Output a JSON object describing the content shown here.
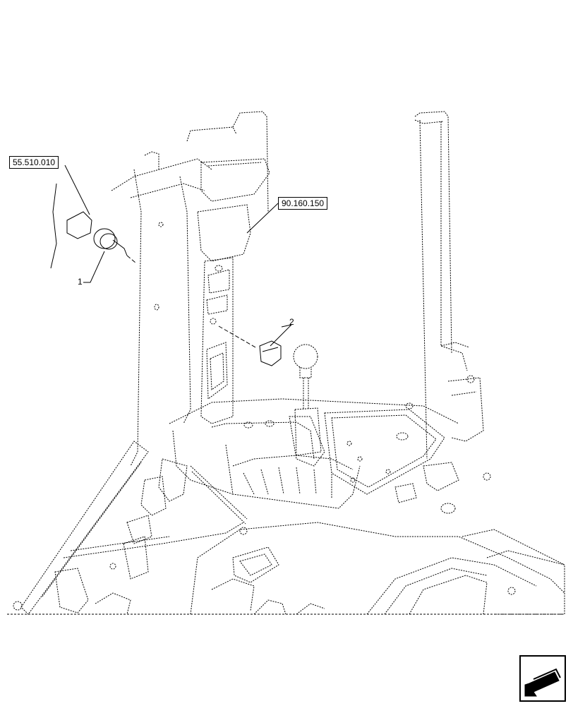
{
  "references": {
    "ref_left": "55.510.010",
    "ref_right": "90.160.150"
  },
  "callouts": {
    "item_1": "1",
    "item_2": "2"
  },
  "navigation": {
    "icon": "previous-page-arrow-icon"
  }
}
